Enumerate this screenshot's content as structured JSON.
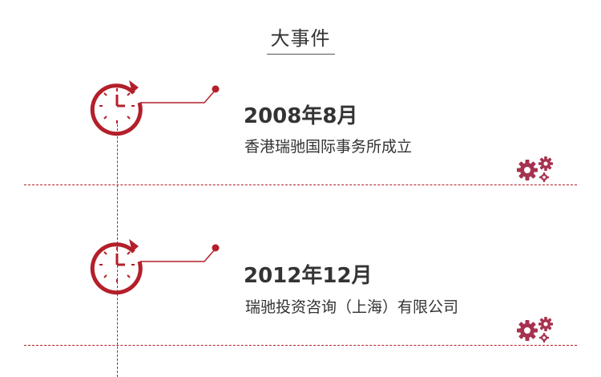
{
  "header": {
    "title": "大事件"
  },
  "events": [
    {
      "title": "2008年8月",
      "description": "香港瑞驰国际事务所成立"
    },
    {
      "title": "2012年12月",
      "description": "瑞驰投资咨询（上海）有限公司"
    }
  ],
  "colors": {
    "accent": "#b3202a",
    "gear": "#a6324f",
    "text": "#333333"
  },
  "icons": [
    "clock-icon",
    "gears-icon"
  ]
}
